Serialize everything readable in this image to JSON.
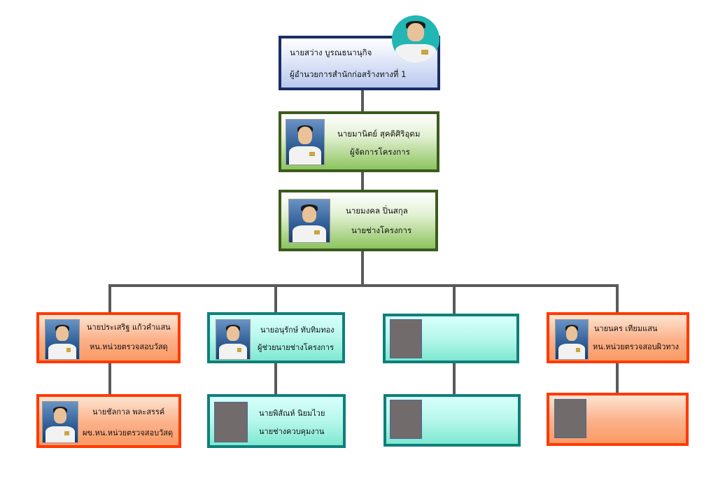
{
  "nodes": {
    "director": {
      "name": "นายสว่าง  บูรณธนานุกิจ",
      "title": "ผู้อำนวยการสำนักก่อสร้างทางที่ 1"
    },
    "manager": {
      "name": "นายมานิตย์ สุคติศิริอุดม",
      "title": "ผู้จัดการโครงการ"
    },
    "engineer": {
      "name": "นายมงคล  ปิ่นสกุล",
      "title": "นายช่างโครงการ"
    },
    "col1_top": {
      "name": "นายประเสริฐ แก้วคำแสน",
      "title": "หน.หน่วยตรวจสอบวัสดุ"
    },
    "col1_bottom": {
      "name": "นายชัลกาล พละสรรค์",
      "title": "ผข.หน.หน่วยตรวจสอบวัสดุ"
    },
    "col2_top": {
      "name": "นายอนุรักษ์ ทับทิมทอง",
      "title": "ผู้ช่วยนายช่างโครงการ"
    },
    "col2_bottom": {
      "name": "นายพิสัณห์ นิยมไวย",
      "title": "นายช่างควบคุมงาน"
    },
    "col4_top": {
      "name": "นายนคร  เทียมแสน",
      "title": "หน.หน่วยตรวจสอบผิวทาง"
    }
  },
  "colors": {
    "navy_border": "#1a2d66",
    "green_border": "#3c5a1e",
    "orange_border": "#ff3a00",
    "teal_border": "#0f7f7a",
    "connector": "#5a5a5a"
  }
}
